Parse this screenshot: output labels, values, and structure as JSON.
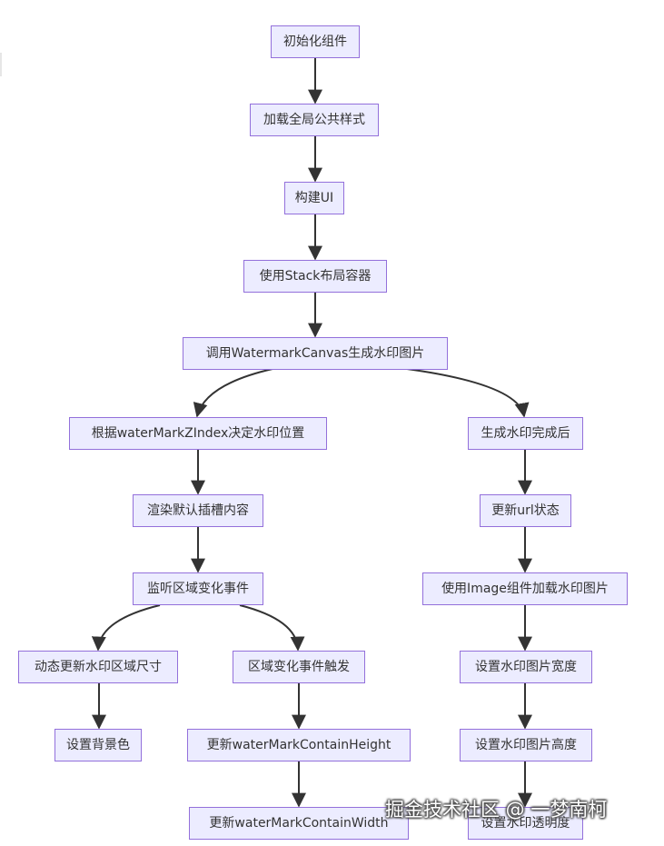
{
  "flowchart": {
    "nodes": {
      "init": "初始化组件",
      "load_styles": "加载全局公共样式",
      "build_ui": "构建UI",
      "use_stack": "使用Stack布局容器",
      "call_canvas": "调用WatermarkCanvas生成水印图片",
      "zindex": "根据waterMarkZIndex决定水印位置",
      "generated": "生成水印完成后",
      "render_slot": "渲染默认插槽内容",
      "update_url": "更新url状态",
      "listen_area": "监听区域变化事件",
      "use_image": "使用Image组件加载水印图片",
      "dynamic_update": "动态更新水印区域尺寸",
      "area_event": "区域变化事件触发",
      "set_width": "设置水印图片宽度",
      "set_bg": "设置背景色",
      "update_height": "更新waterMarkContainHeight",
      "set_height": "设置水印图片高度",
      "update_width": "更新waterMarkContainWidth",
      "set_opacity": "设置水印透明度"
    },
    "colors": {
      "node_fill": "#ececff",
      "node_border": "#9370db",
      "edge": "#333333"
    }
  },
  "watermark": {
    "text": "掘金技术社区 @ 一梦南柯"
  }
}
